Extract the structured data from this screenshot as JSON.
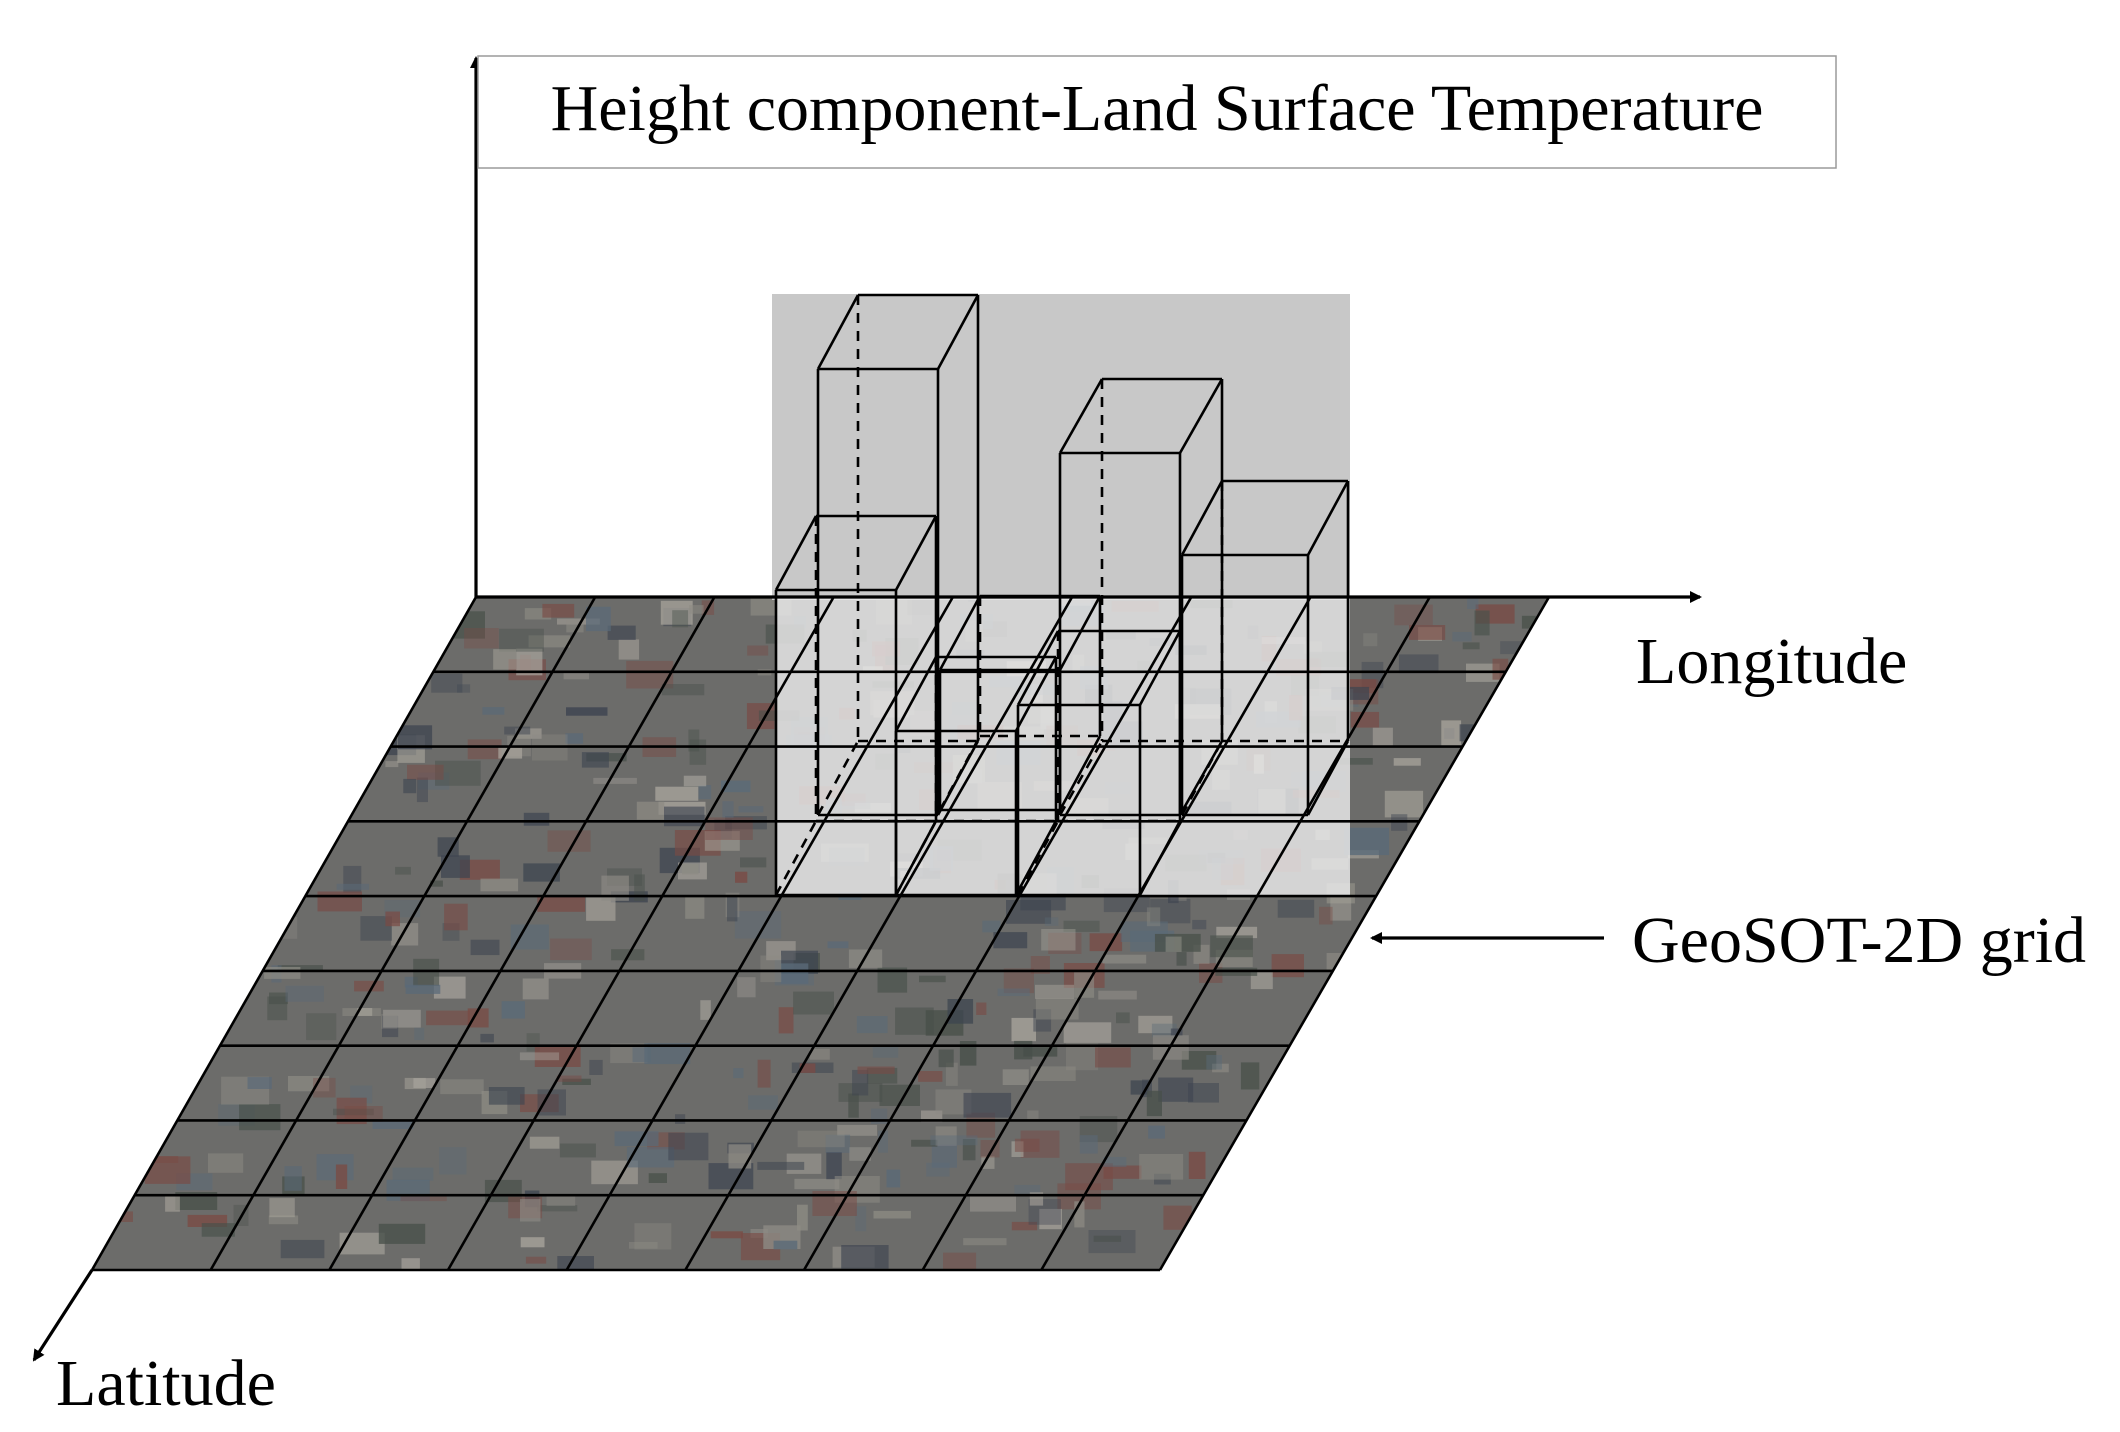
{
  "labels": {
    "height_axis": "Height component-Land Surface Temperature",
    "longitude": "Longitude",
    "latitude": "Latitude",
    "grid": "GeoSOT-2D grid"
  },
  "grid": {
    "rows": 9,
    "cols": 9
  },
  "colors": {
    "ink": "#000000",
    "box_backdrop": "#c8c8c8",
    "imagery_base": "#6c6c6a",
    "imagery_accents": [
      "#3d4450",
      "#8d8b84",
      "#5a6a78",
      "#a8a49c",
      "#7a4a44",
      "#48504a"
    ]
  }
}
